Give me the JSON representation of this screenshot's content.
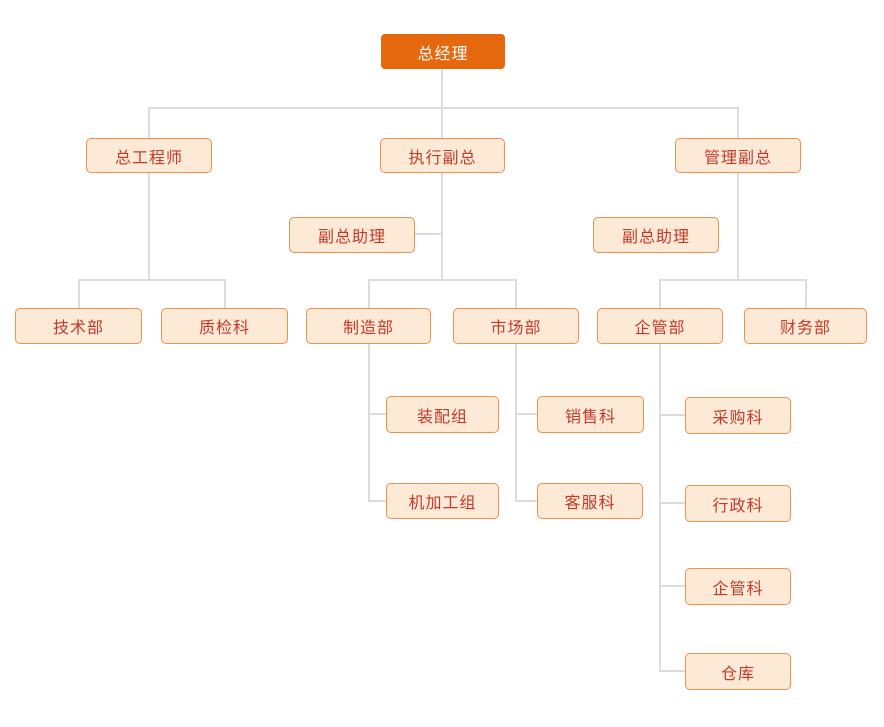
{
  "palette": {
    "root_fill": "#e5670e",
    "root_text": "#ffffff",
    "node_fill": "#fce9d6",
    "node_border": "#f0914d",
    "node_text": "#c5392b",
    "connector": "#dcdcdc",
    "background": "#ffffff"
  },
  "org": {
    "type": "org-chart",
    "nodes": [
      {
        "id": "ceo",
        "label": "总经理",
        "parent": null,
        "style": "root"
      },
      {
        "id": "chiefeng",
        "label": "总工程师",
        "parent": "ceo",
        "style": "node"
      },
      {
        "id": "execvp",
        "label": "执行副总",
        "parent": "ceo",
        "style": "node"
      },
      {
        "id": "mgmtvp",
        "label": "管理副总",
        "parent": "ceo",
        "style": "node"
      },
      {
        "id": "asst_l",
        "label": "副总助理",
        "parent": "execvp",
        "style": "node"
      },
      {
        "id": "asst_r",
        "label": "副总助理",
        "parent": "mgmtvp",
        "style": "node"
      },
      {
        "id": "tech",
        "label": "技术部",
        "parent": "chiefeng",
        "style": "node"
      },
      {
        "id": "qc",
        "label": "质检科",
        "parent": "chiefeng",
        "style": "node"
      },
      {
        "id": "mfg",
        "label": "制造部",
        "parent": "execvp",
        "style": "node"
      },
      {
        "id": "market",
        "label": "市场部",
        "parent": "execvp",
        "style": "node"
      },
      {
        "id": "entmgmt",
        "label": "企管部",
        "parent": "mgmtvp",
        "style": "node"
      },
      {
        "id": "finance",
        "label": "财务部",
        "parent": "mgmtvp",
        "style": "node"
      },
      {
        "id": "assembly",
        "label": "装配组",
        "parent": "mfg",
        "style": "node"
      },
      {
        "id": "machining",
        "label": "机加工组",
        "parent": "mfg",
        "style": "node"
      },
      {
        "id": "sales",
        "label": "销售科",
        "parent": "market",
        "style": "node"
      },
      {
        "id": "service",
        "label": "客服科",
        "parent": "market",
        "style": "node"
      },
      {
        "id": "purchase",
        "label": "采购科",
        "parent": "entmgmt",
        "style": "node"
      },
      {
        "id": "admin",
        "label": "行政科",
        "parent": "entmgmt",
        "style": "node"
      },
      {
        "id": "entsec",
        "label": "企管科",
        "parent": "entmgmt",
        "style": "node"
      },
      {
        "id": "warehouse",
        "label": "仓库",
        "parent": "entmgmt",
        "style": "node"
      }
    ]
  }
}
